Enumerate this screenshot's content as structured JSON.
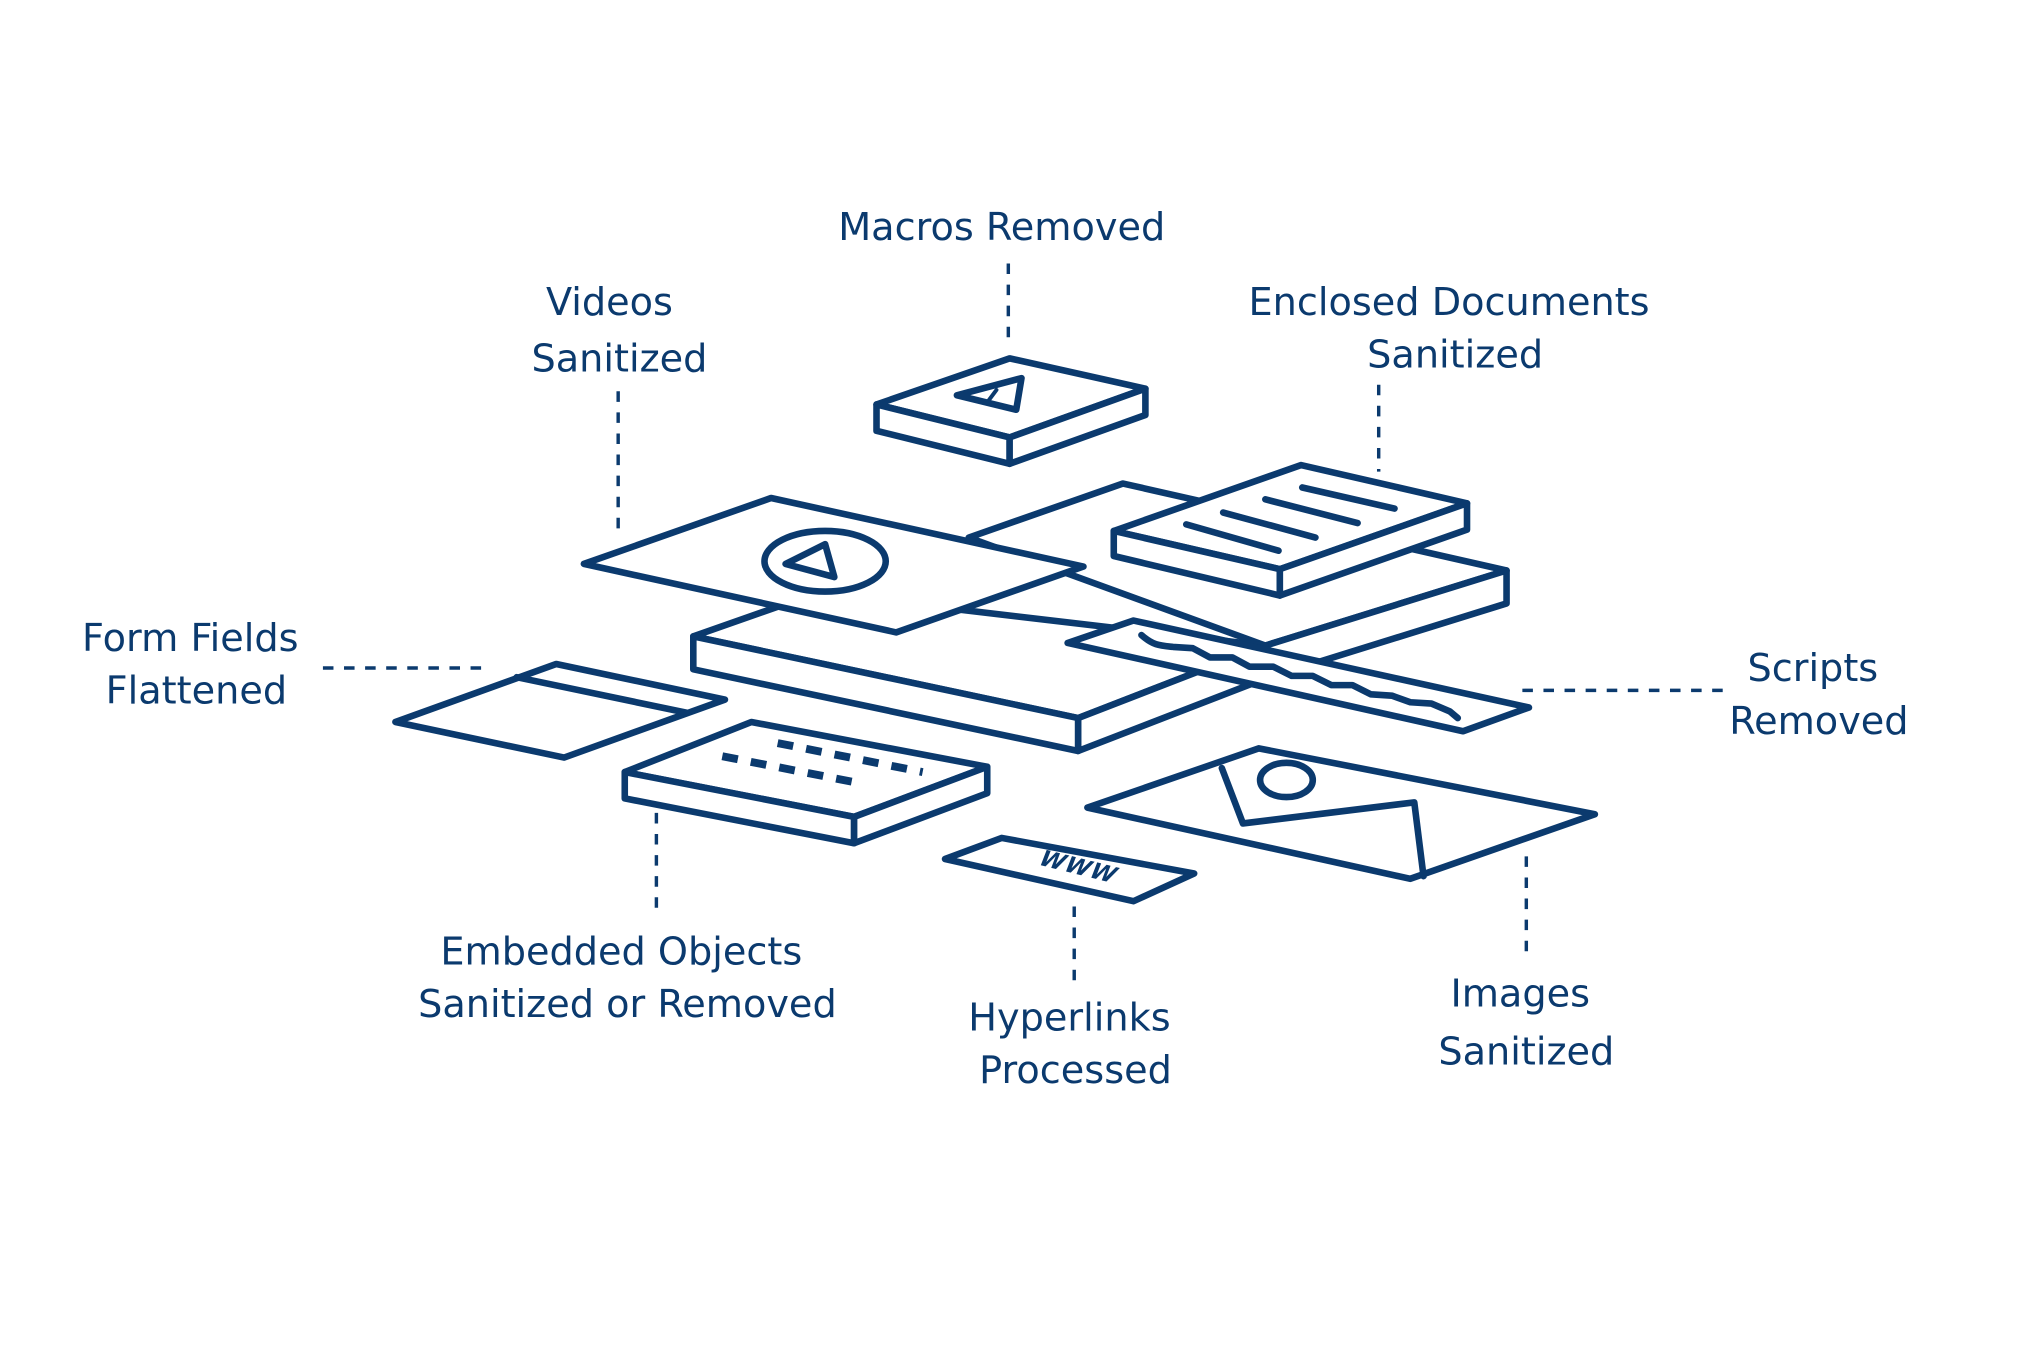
{
  "diagram": {
    "colors": {
      "ink": "#0b3a6e",
      "background": "#ffffff"
    },
    "labels": {
      "macros": [
        "Macros Removed"
      ],
      "videos": [
        "Videos",
        "Sanitized"
      ],
      "enclosed": [
        "Enclosed Documents",
        "Sanitized"
      ],
      "forms": [
        "Form Fields",
        "Flattened"
      ],
      "scripts": [
        "Scripts",
        "Removed"
      ],
      "embedded": [
        "Embedded Objects",
        "Sanitized or Removed"
      ],
      "hyperlinks": [
        "Hyperlinks",
        "Processed"
      ],
      "images": [
        "Images",
        "Sanitized"
      ]
    },
    "hyperlink_badge_text": "WWW",
    "components": [
      {
        "id": "macros",
        "icon": "warning-triangle-icon"
      },
      {
        "id": "videos",
        "icon": "play-icon"
      },
      {
        "id": "enclosed",
        "icon": "document-lines-icon"
      },
      {
        "id": "forms",
        "icon": "form-field-icon"
      },
      {
        "id": "scripts",
        "icon": "script-wave-icon"
      },
      {
        "id": "embedded",
        "icon": "embedded-object-icon"
      },
      {
        "id": "hyperlinks",
        "icon": "www-link-icon"
      },
      {
        "id": "images",
        "icon": "image-icon"
      }
    ]
  }
}
